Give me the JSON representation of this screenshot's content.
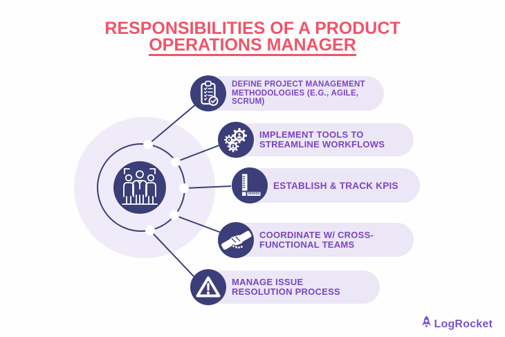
{
  "title": {
    "line1": "RESPONSIBILITIES OF A PRODUCT",
    "line2": "OPERATIONS MANAGER"
  },
  "items": [
    {
      "icon": "clipboard-checklist-icon",
      "lines": [
        "DEFINE PROJECT MANAGEMENT",
        "METHODOLOGIES (E.G., AGILE,",
        "SCRUM)"
      ]
    },
    {
      "icon": "gears-icon",
      "lines": [
        "IMPLEMENT TOOLS TO",
        "STREAMLINE WORKFLOWS"
      ]
    },
    {
      "icon": "ruler-icon",
      "lines": [
        "ESTABLISH & TRACK KPIS"
      ]
    },
    {
      "icon": "handshake-icon",
      "lines": [
        "COORDINATE W/ CROSS-",
        "FUNCTIONAL TEAMS"
      ]
    },
    {
      "icon": "warning-triangle-icon",
      "lines": [
        "MANAGE ISSUE",
        "RESOLUTION PROCESS"
      ]
    }
  ],
  "center": {
    "icon": "team-icon"
  },
  "brand": {
    "name": "LogRocket",
    "icon": "rocket-icon"
  },
  "colors": {
    "title_pink": "#F0546A",
    "label_purple": "#7C44C1",
    "navy": "#3B3E78",
    "pill_lavender": "#ECE7F6",
    "halo_lavender": "#F0EBF8",
    "brand_purple": "#7A52C9",
    "background": "#FFFEFE"
  }
}
